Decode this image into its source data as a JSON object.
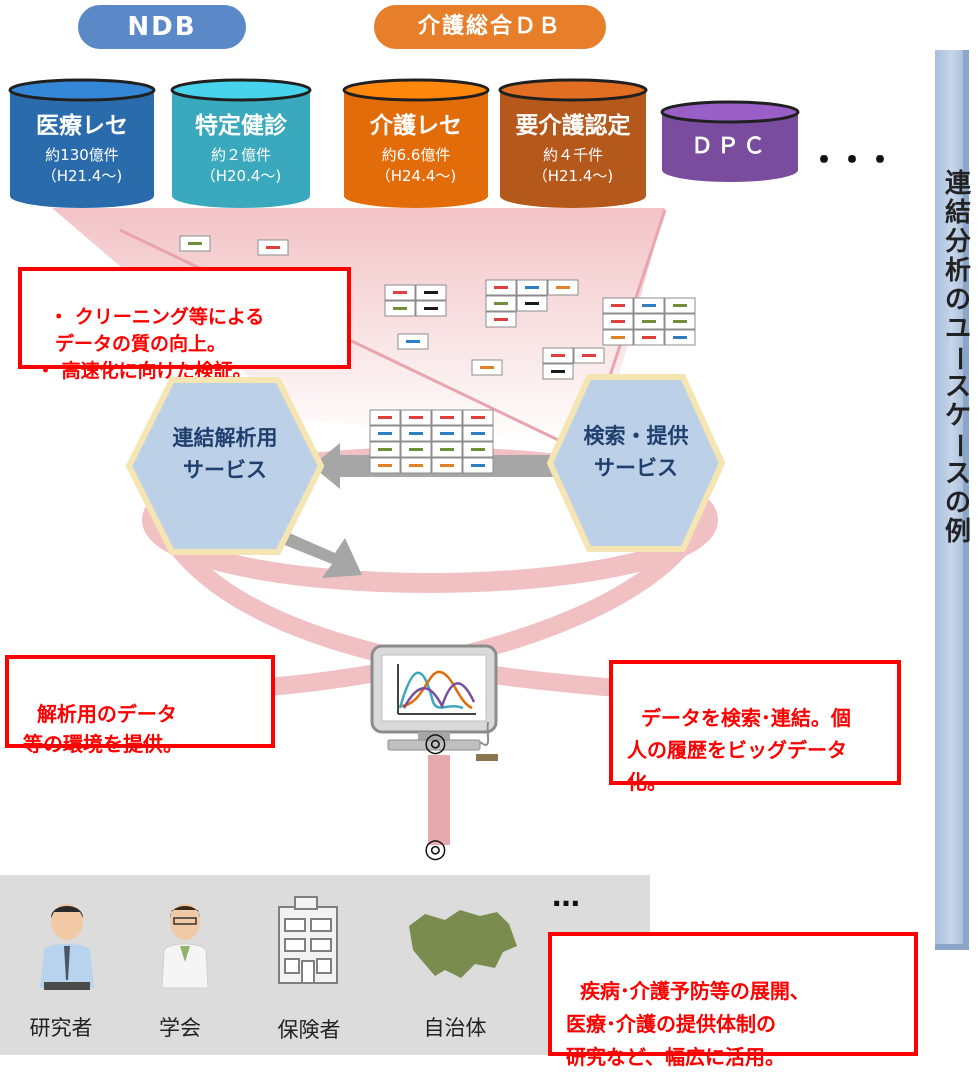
{
  "headers": {
    "ndb": "NDB",
    "kaigo_db": "介護総合ＤＢ"
  },
  "databases": [
    {
      "name": "医療レセ",
      "count": "約130億件",
      "period": "（H21.4～)",
      "color": "#2a6cab"
    },
    {
      "name": "特定健診",
      "count": "約２億件",
      "period": "（H20.4～)",
      "color": "#3aa9bd"
    },
    {
      "name": "介護レセ",
      "count": "約6.6億件",
      "period": "（H24.4～)",
      "color": "#e36c0a"
    },
    {
      "name": "要介護認定",
      "count": "約４千件",
      "period": "（H21.4～)",
      "color": "#b4581c"
    },
    {
      "name": "ＤＰＣ",
      "count": "",
      "period": "",
      "color": "#7a4c9e"
    }
  ],
  "db_more": "・・・",
  "notes": {
    "cleaning": "・ クリーニング等による\n　データの質の向上。\n・ 高速化に向けた検証。",
    "analysis": "解析用のデータ\n等の環境を提供。",
    "search": "データを検索･連結。個\n人の履歴をビッグデータ\n化。",
    "usage": "疾病･介護予防等の展開、\n医療･介護の提供体制の\n研究など、幅広に活用。"
  },
  "services": {
    "linkage": "連結解析用\nサービス",
    "search": "検索・提供\nサービス"
  },
  "connector_symbol": "◎",
  "users": [
    {
      "label": "研究者",
      "icon": "researcher-icon"
    },
    {
      "label": "学会",
      "icon": "doctor-icon"
    },
    {
      "label": "保険者",
      "icon": "building-icon"
    },
    {
      "label": "自治体",
      "icon": "municipality-map-icon"
    }
  ],
  "users_more": "…",
  "side_title": "連結分析のユースケースの例"
}
